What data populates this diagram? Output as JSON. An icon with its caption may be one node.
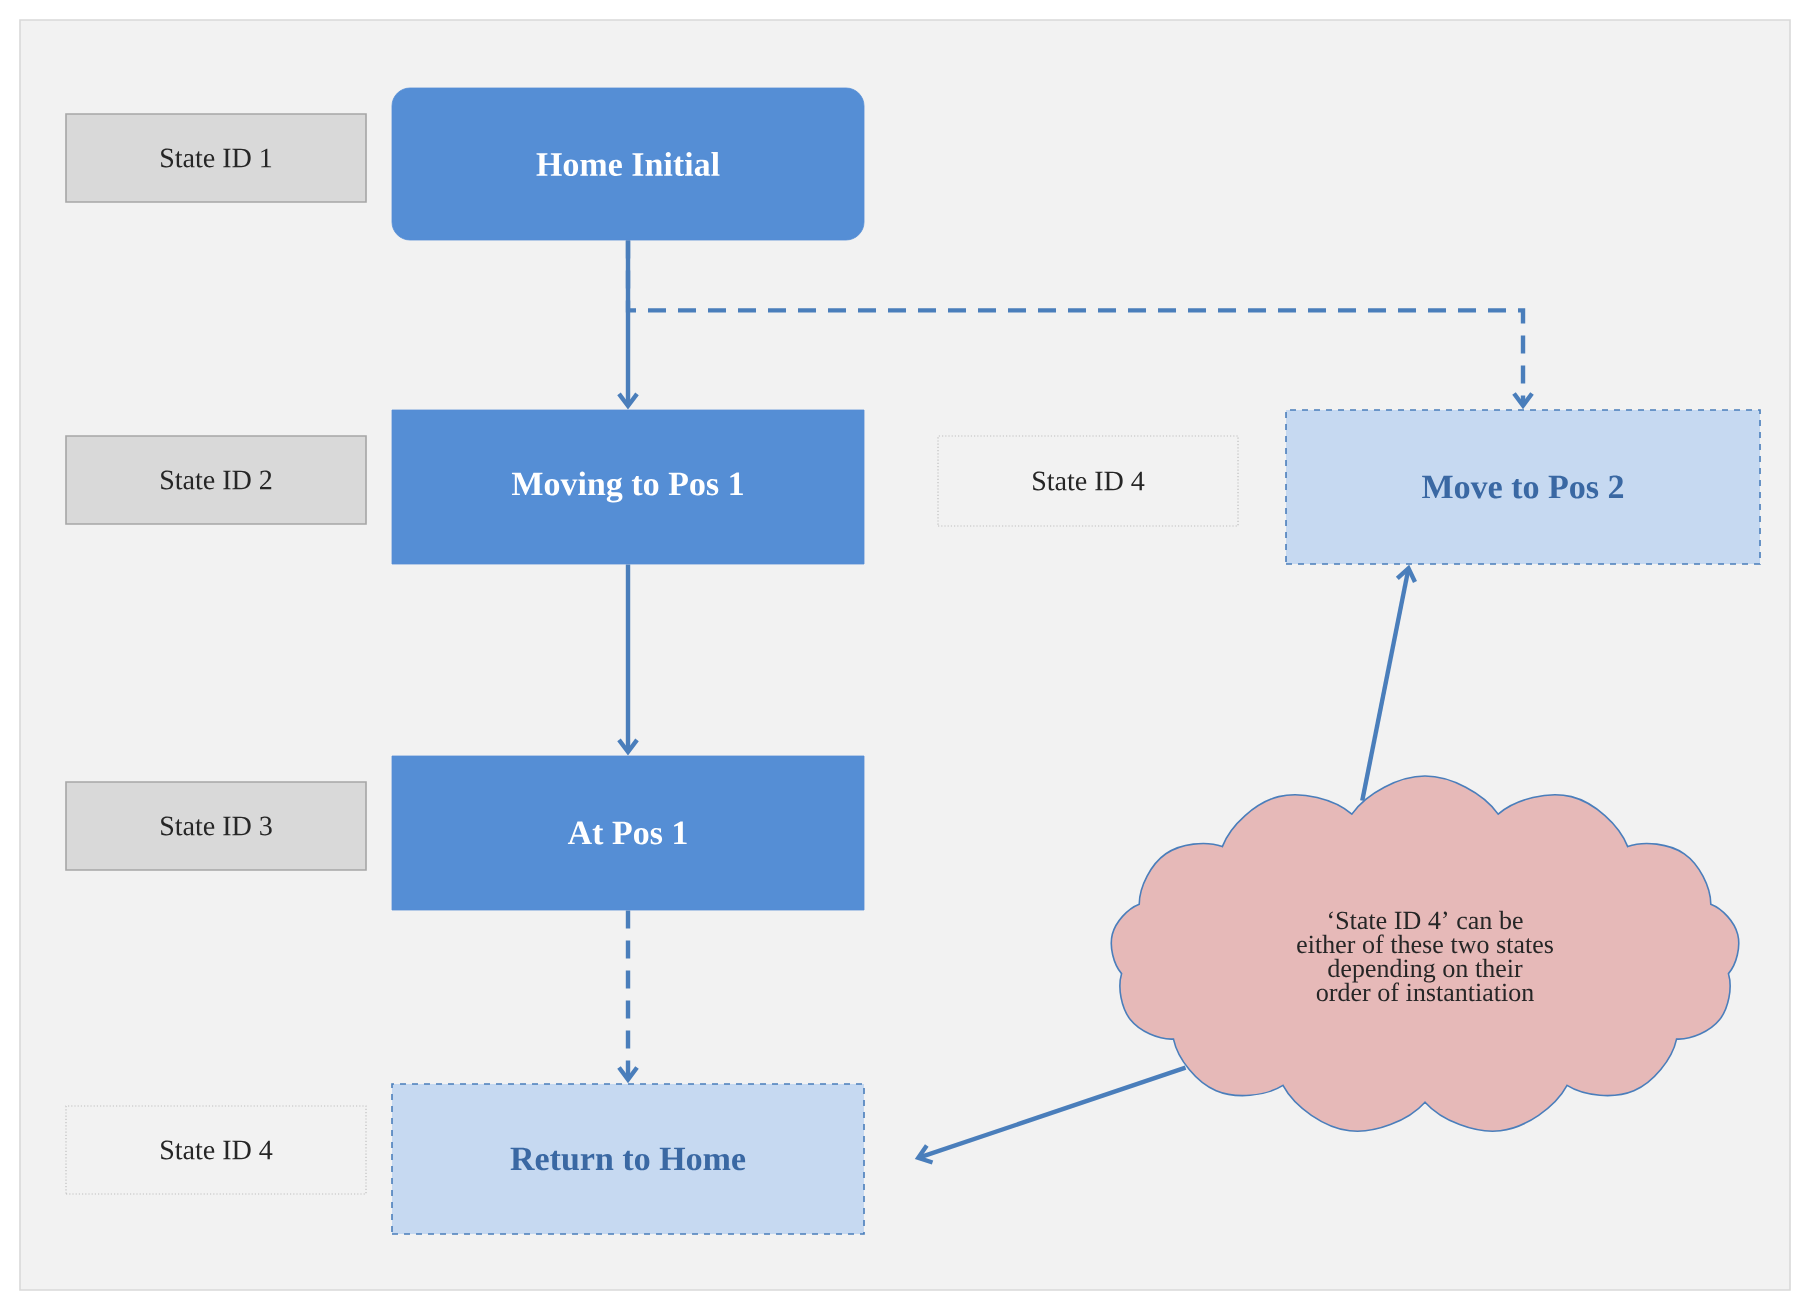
{
  "diagram": {
    "nodes": [
      {
        "text": [
          "State ID 1"
        ]
      },
      {
        "text": [
          "Home Initial"
        ]
      },
      {
        "text": [
          "State ID 2"
        ]
      },
      {
        "text": [
          "Moving to Pos 1"
        ]
      },
      {
        "text": [
          "State ID 4"
        ]
      },
      {
        "text": [
          "Move to Pos 2"
        ]
      },
      {
        "text": [
          "State ID 3"
        ]
      },
      {
        "text": [
          "At Pos 1"
        ]
      },
      {
        "text": [
          "‘State ID 4’ can be either of these two states depending on their order of instantiation"
        ]
      },
      {
        "text": [
          "State ID 4"
        ]
      },
      {
        "text": [
          "Return to Home"
        ]
      }
    ],
    "edges": [
      {
        "from": 1,
        "to": 3,
        "arrow": "to"
      },
      {
        "from": 1,
        "to": 5,
        "arrow": "to",
        "style": "dashed"
      },
      {
        "from": 3,
        "to": 7,
        "arrow": "to"
      },
      {
        "from": 7,
        "to": 10,
        "arrow": "to",
        "style": "dashed"
      },
      {
        "from": 8,
        "to": 5,
        "arrow": "to"
      },
      {
        "from": 8,
        "to": 10,
        "arrow": "to"
      }
    ]
  }
}
